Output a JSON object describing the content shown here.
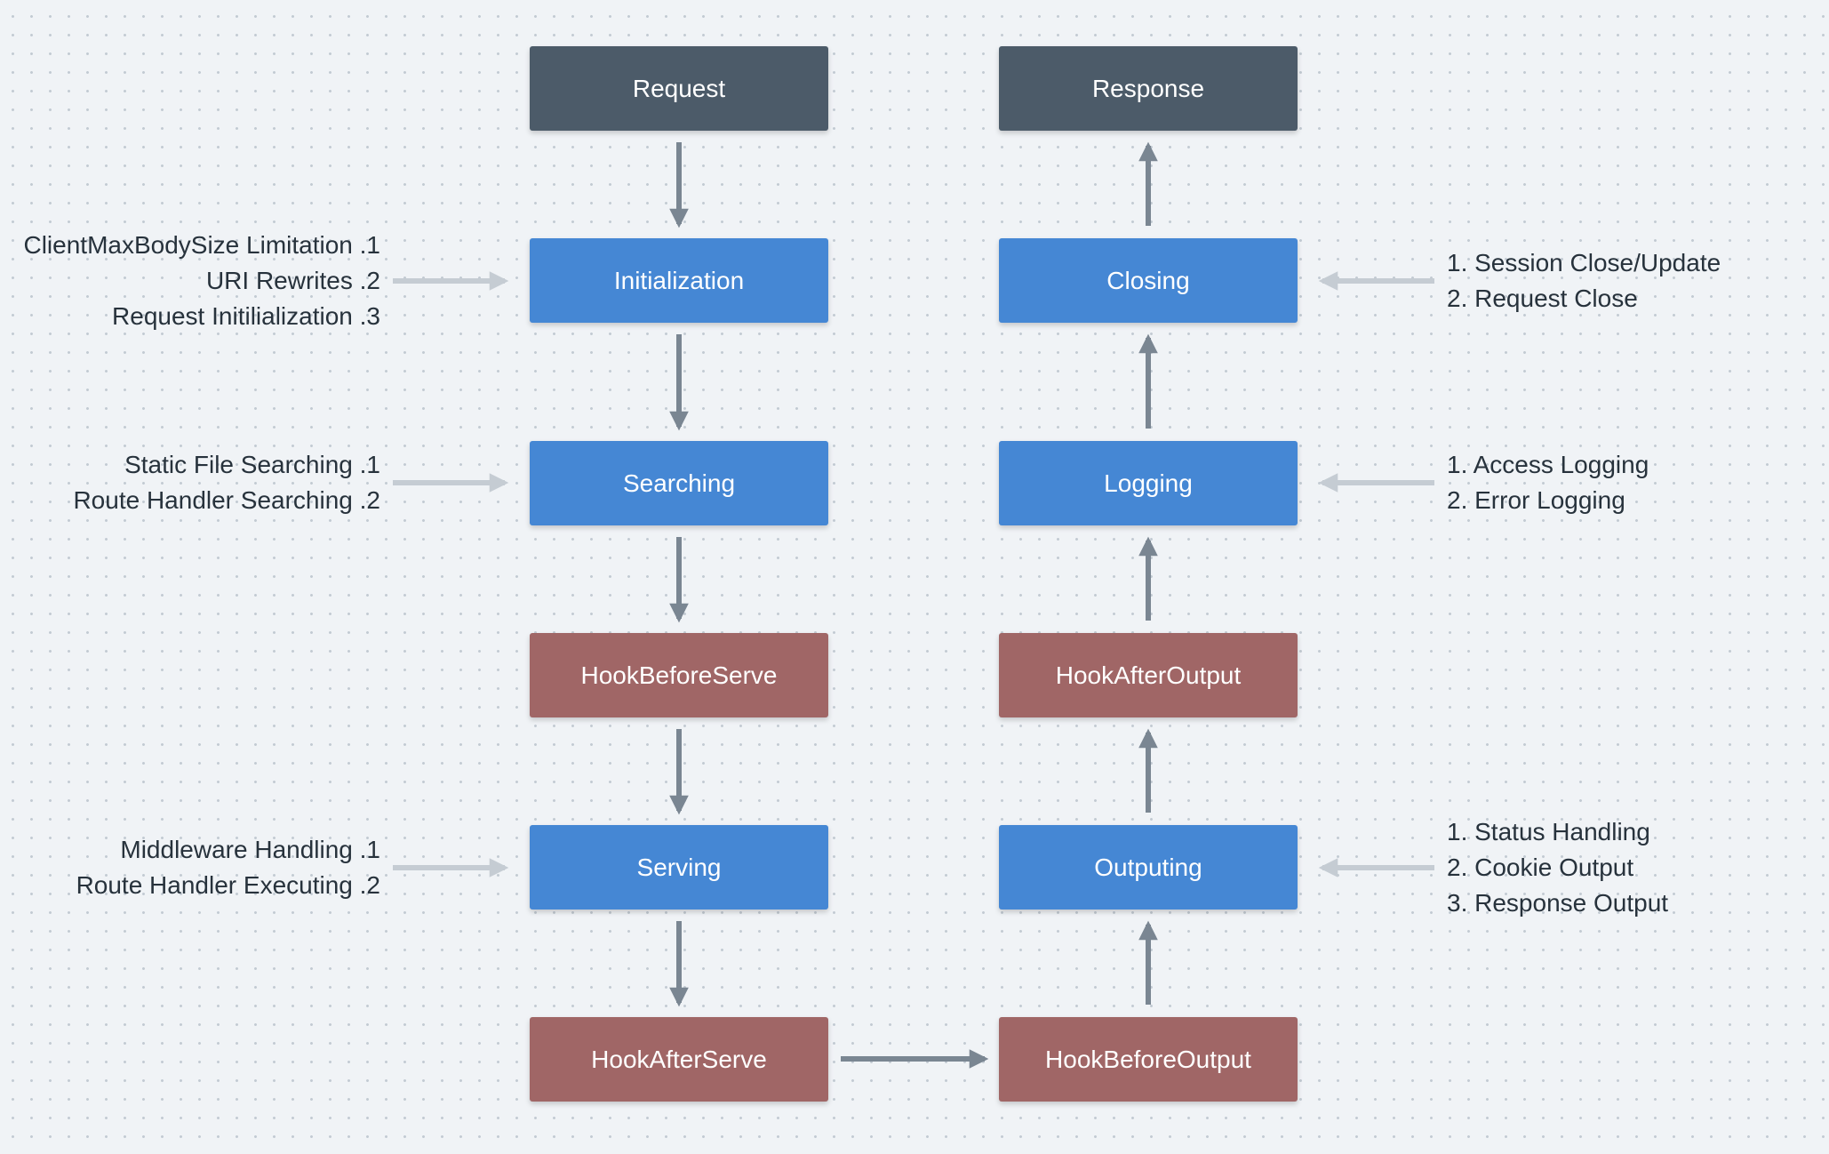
{
  "nodes": {
    "request": "Request",
    "initialization": "Initialization",
    "searching": "Searching",
    "hook_before_serve": "HookBeforeServe",
    "serving": "Serving",
    "hook_after_serve": "HookAfterServe",
    "response": "Response",
    "closing": "Closing",
    "logging": "Logging",
    "hook_after_output": "HookAfterOutput",
    "outputing": "Outputing",
    "hook_before_output": "HookBeforeOutput"
  },
  "notes": {
    "initialization": [
      "ClientMaxBodySize Limitation .1",
      "URI Rewrites .2",
      "Request Initilialization .3"
    ],
    "searching": [
      "Static File Searching .1",
      "Route Handler Searching .2"
    ],
    "serving": [
      "Middleware Handling .1",
      "Route Handler Executing .2"
    ],
    "closing": [
      "1. Session Close/Update",
      "2. Request Close"
    ],
    "logging": [
      "1. Access Logging",
      "2. Error Logging"
    ],
    "outputing": [
      "1. Status Handling",
      "2. Cookie Output",
      "3. Response Output"
    ]
  },
  "colors": {
    "terminal": "#4c5b69",
    "stage": "#4587d4",
    "hook": "#a06666",
    "flow_arrow": "#7a8692",
    "note_arrow": "#c5ccd3",
    "text": "#27323c",
    "background": "#f0f3f6"
  }
}
